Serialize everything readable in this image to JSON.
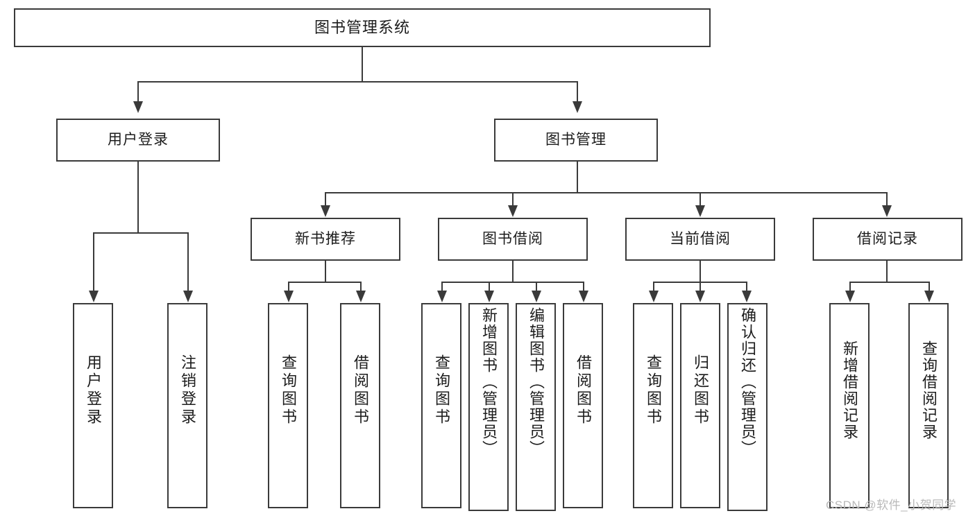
{
  "diagram": {
    "title": "图书管理系统",
    "type": "tree-hierarchy-chart",
    "root": {
      "label": "图书管理系统"
    },
    "level2": [
      {
        "label": "用户登录"
      },
      {
        "label": "图书管理"
      }
    ],
    "level3": [
      {
        "label": "新书推荐"
      },
      {
        "label": "图书借阅"
      },
      {
        "label": "当前借阅"
      },
      {
        "label": "借阅记录"
      }
    ],
    "leaves": {
      "user_login": [
        {
          "label": "用户登录"
        },
        {
          "label": "注销登录"
        }
      ],
      "new_book_recommend": [
        {
          "label": "查询图书"
        },
        {
          "label": "借阅图书"
        }
      ],
      "book_borrow": [
        {
          "label": "查询图书"
        },
        {
          "label": "新增图书（管理员）"
        },
        {
          "label": "编辑图书（管理员）"
        },
        {
          "label": "借阅图书"
        }
      ],
      "current_borrow": [
        {
          "label": "查询图书"
        },
        {
          "label": "归还图书"
        },
        {
          "label": "确认归还（管理员）"
        }
      ],
      "borrow_record": [
        {
          "label": "新增借阅记录"
        },
        {
          "label": "查询借阅记录"
        }
      ]
    }
  },
  "watermark": {
    "text": "CSDN @软件_小贺同学"
  },
  "colors": {
    "stroke": "#3a3a3a",
    "background": "#ffffff",
    "text": "#1c1c1c",
    "watermark": "#b9b9b9"
  }
}
